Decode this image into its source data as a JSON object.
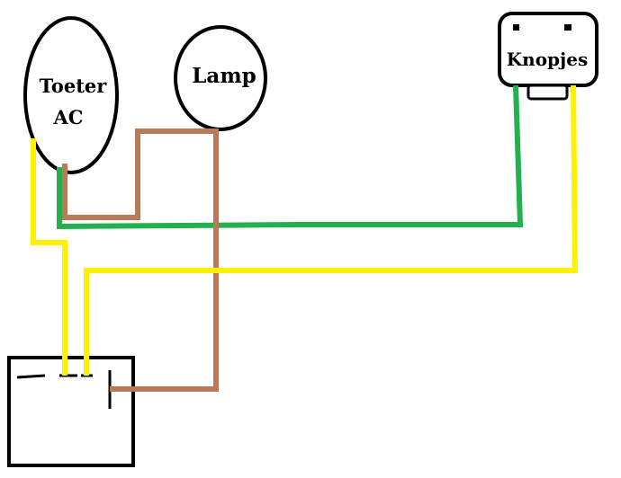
{
  "components": {
    "horn": {
      "line1": "Toeter",
      "line2": "AC"
    },
    "lamp": {
      "label": "Lamp"
    },
    "buttons": {
      "label": "Knopjes"
    },
    "box": {
      "label": ""
    }
  },
  "wire_colors": {
    "yellow": "#fff200",
    "green": "#22b14c",
    "brown": "#b97a57",
    "outline": "#000000"
  }
}
